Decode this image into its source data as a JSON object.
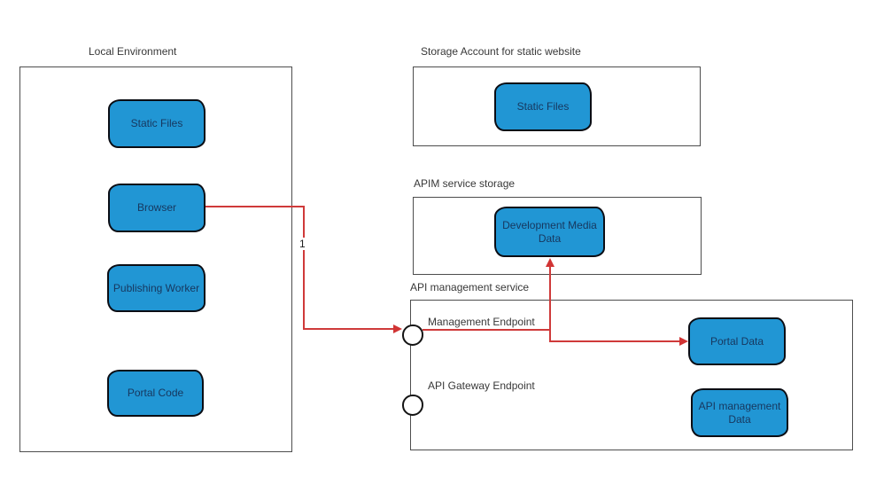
{
  "containers": [
    {
      "label": "Local Environment"
    },
    {
      "label": "Storage Account for static website"
    },
    {
      "label": "APIM service storage"
    },
    {
      "label": "API management service"
    }
  ],
  "nodes": [
    {
      "label": "Static Files"
    },
    {
      "label": "Browser"
    },
    {
      "label": "Publishing Worker"
    },
    {
      "label": "Portal Code"
    },
    {
      "label": "Static Files"
    },
    {
      "label": "Development Media Data"
    },
    {
      "label": "Portal Data"
    },
    {
      "label": "API management Data"
    }
  ],
  "endpoints": [
    {
      "label": "Management Endpoint"
    },
    {
      "label": "API Gateway Endpoint"
    }
  ],
  "connector_label": "1",
  "colors": {
    "node_fill": "#2196d4",
    "node_border": "#0b0d14",
    "node_text": "#17375e",
    "container_border": "#4d4d4d",
    "label_text": "#383838",
    "connector_red": "#cf3a3a"
  }
}
